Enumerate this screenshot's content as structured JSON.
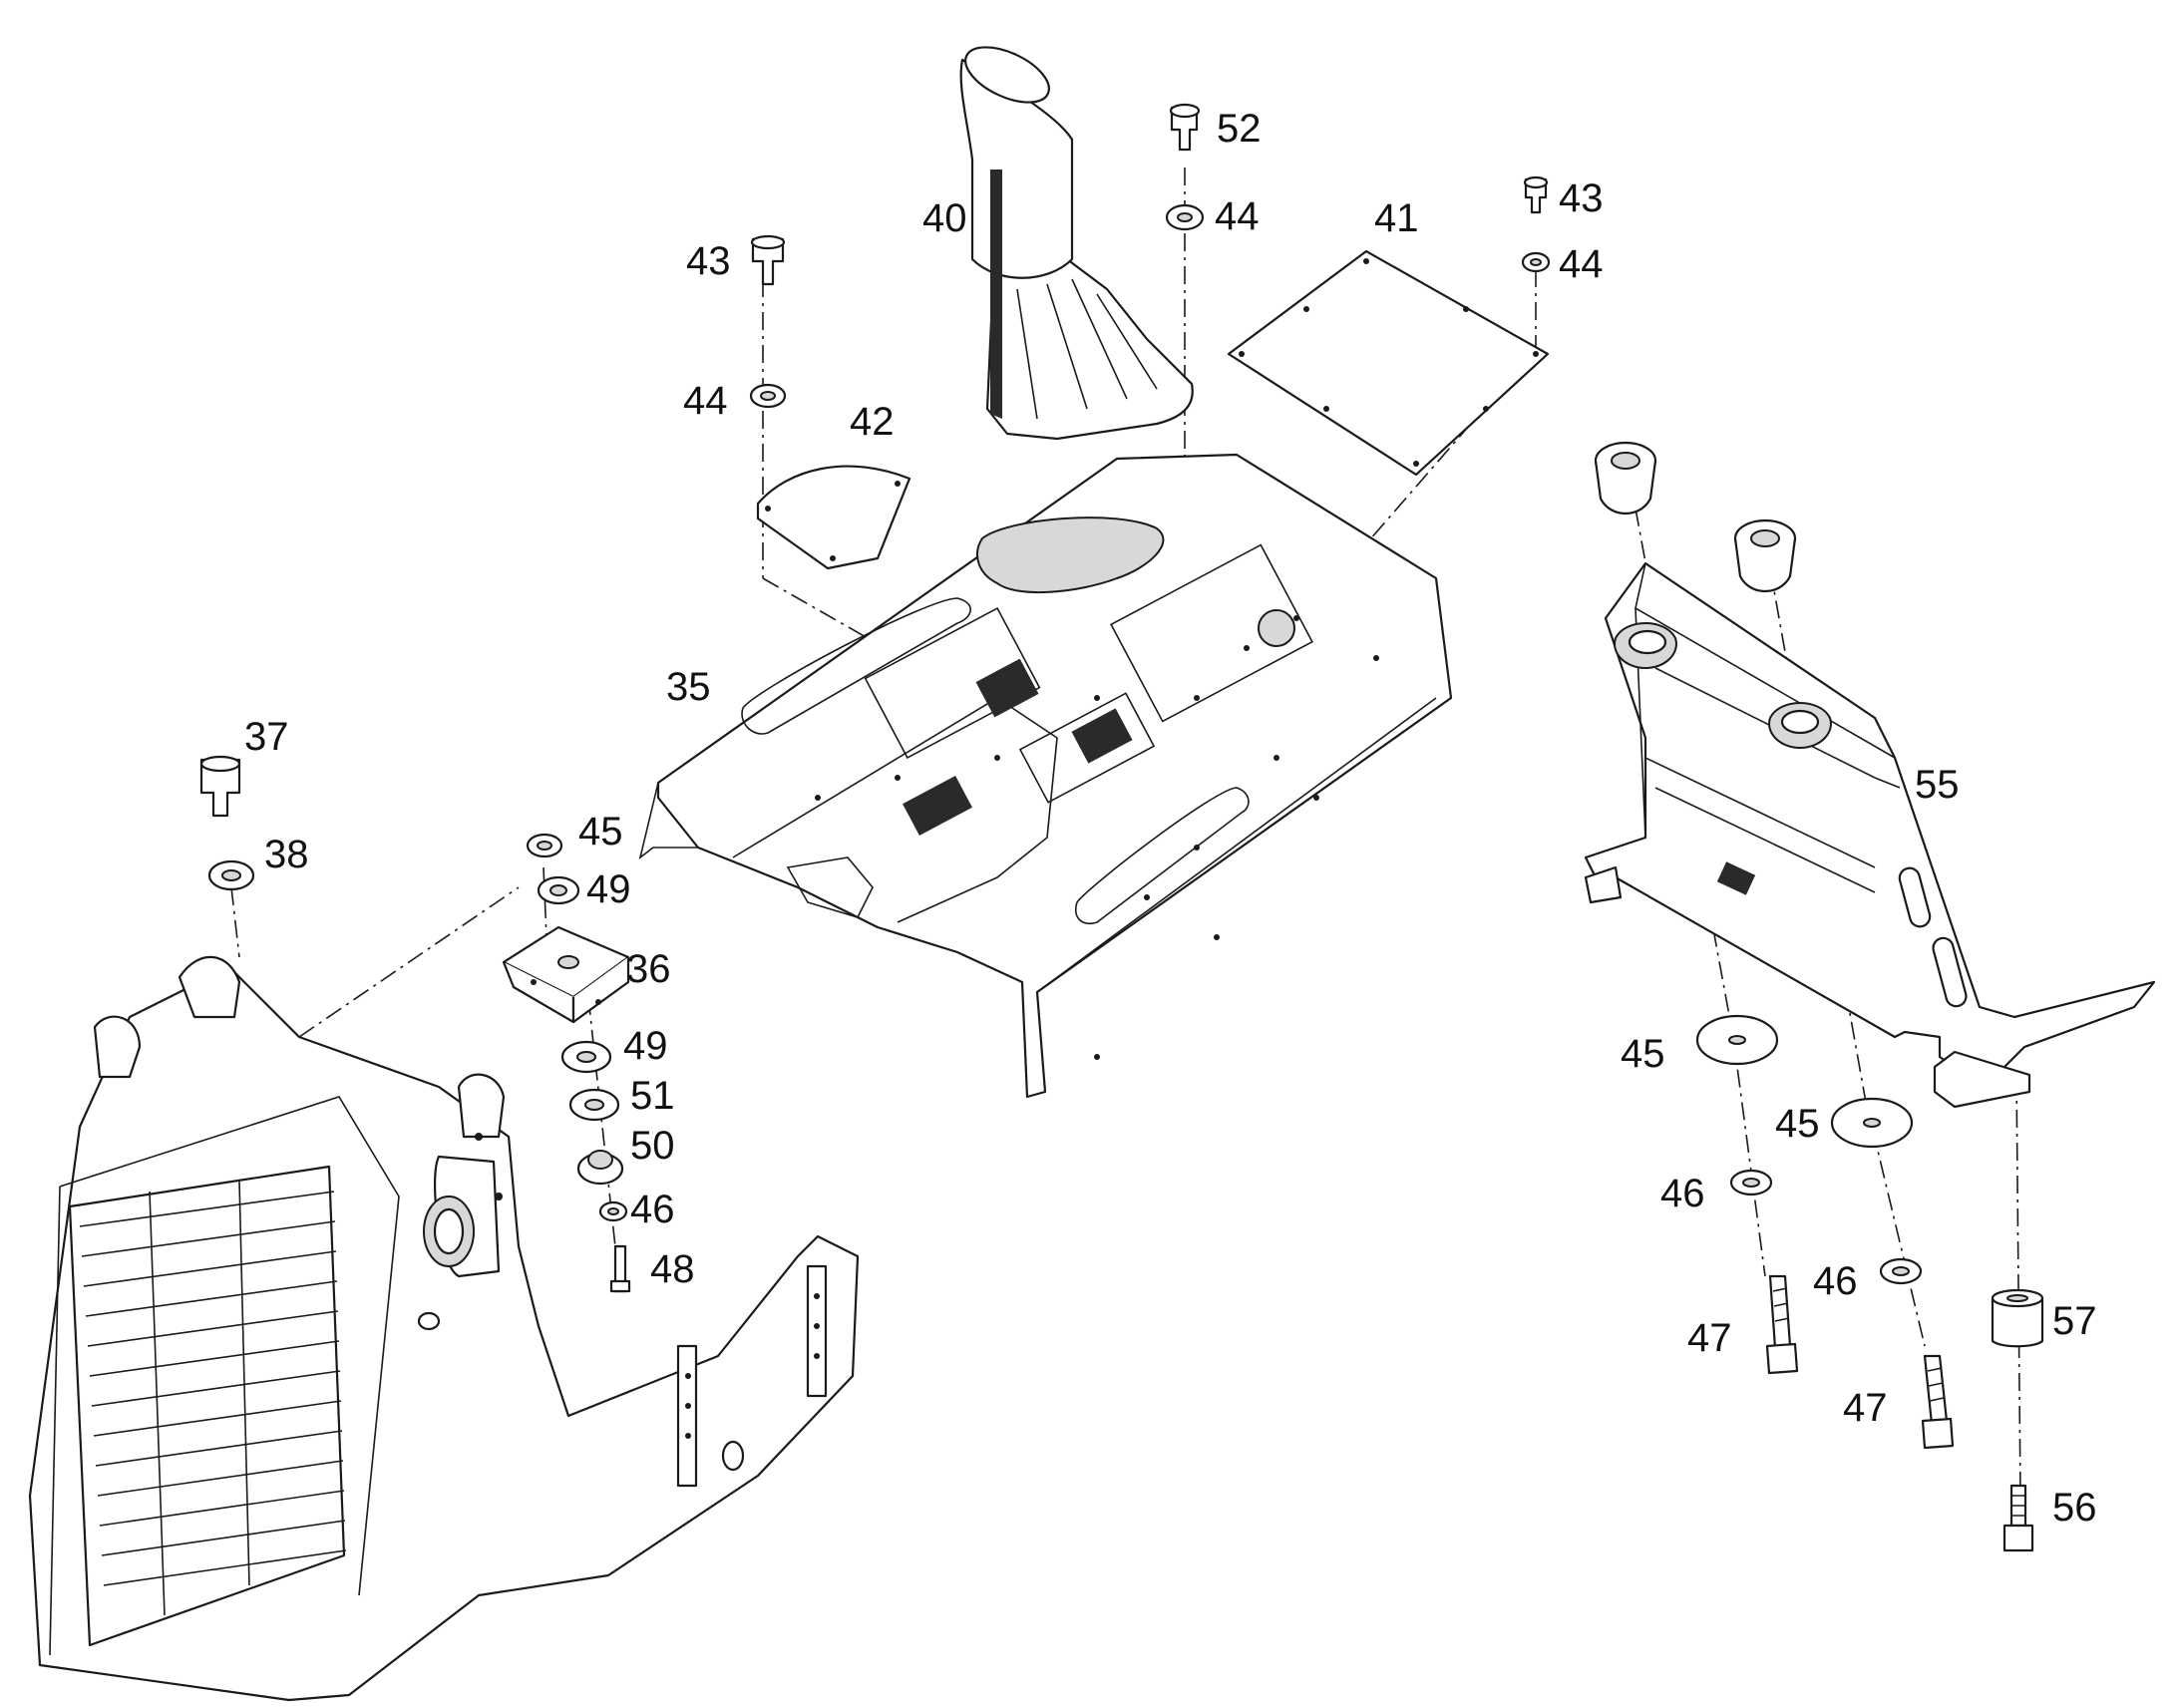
{
  "callouts": [
    {
      "id": "c35a",
      "text": "35"
    },
    {
      "id": "c36",
      "text": "36"
    },
    {
      "id": "c37",
      "text": "37"
    },
    {
      "id": "c38",
      "text": "38"
    },
    {
      "id": "c40",
      "text": "40"
    },
    {
      "id": "c41",
      "text": "41"
    },
    {
      "id": "c42",
      "text": "42"
    },
    {
      "id": "c43a",
      "text": "43"
    },
    {
      "id": "c43b",
      "text": "43"
    },
    {
      "id": "c44a",
      "text": "44"
    },
    {
      "id": "c44b",
      "text": "44"
    },
    {
      "id": "c44c",
      "text": "44"
    },
    {
      "id": "c45a",
      "text": "45"
    },
    {
      "id": "c45b",
      "text": "45"
    },
    {
      "id": "c45c",
      "text": "45"
    },
    {
      "id": "c46a",
      "text": "46"
    },
    {
      "id": "c46b",
      "text": "46"
    },
    {
      "id": "c46c",
      "text": "46"
    },
    {
      "id": "c47a",
      "text": "47"
    },
    {
      "id": "c47b",
      "text": "47"
    },
    {
      "id": "c48",
      "text": "48"
    },
    {
      "id": "c49a",
      "text": "49"
    },
    {
      "id": "c49b",
      "text": "49"
    },
    {
      "id": "c50",
      "text": "50"
    },
    {
      "id": "c51",
      "text": "51"
    },
    {
      "id": "c52",
      "text": "52"
    },
    {
      "id": "c55",
      "text": "55"
    },
    {
      "id": "c56",
      "text": "56"
    },
    {
      "id": "c57",
      "text": "57"
    }
  ]
}
